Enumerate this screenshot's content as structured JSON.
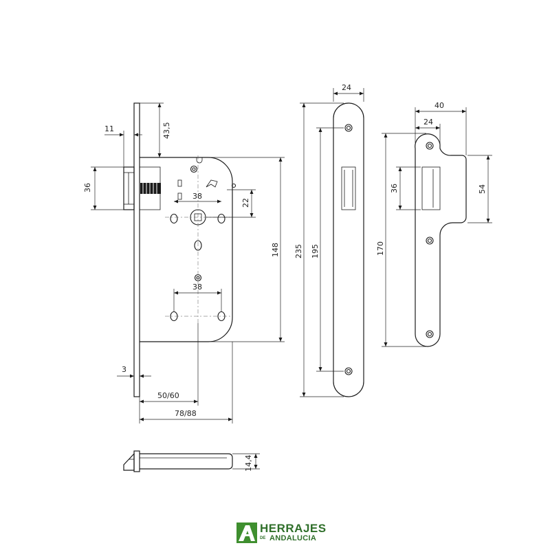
{
  "drawing": {
    "lock_body": {
      "backset_dims": [
        "50/60",
        "78/88"
      ],
      "faceplate_thickness": "3",
      "latch_projection": "11",
      "faceplate_top_offset": "43,5",
      "latch_height": "36",
      "handle_to_key_center": "22",
      "spindle_spacing_upper": "38",
      "spindle_spacing_lower": "38",
      "case_height": "148"
    },
    "faceplate": {
      "width": "24",
      "length": "235",
      "screw_centers": "195"
    },
    "strike_plate": {
      "width": "40",
      "inner_width": "24",
      "lip_height": "54",
      "opening_height": "36",
      "length": "170"
    },
    "latch_side_view": {
      "thickness": "14,4"
    }
  },
  "logo": {
    "name": "HERRAJES",
    "prefix": "DE",
    "region": "ANDALUCIA",
    "mark_color": "#3f8f2f",
    "text_color": "#2f6f2a"
  }
}
